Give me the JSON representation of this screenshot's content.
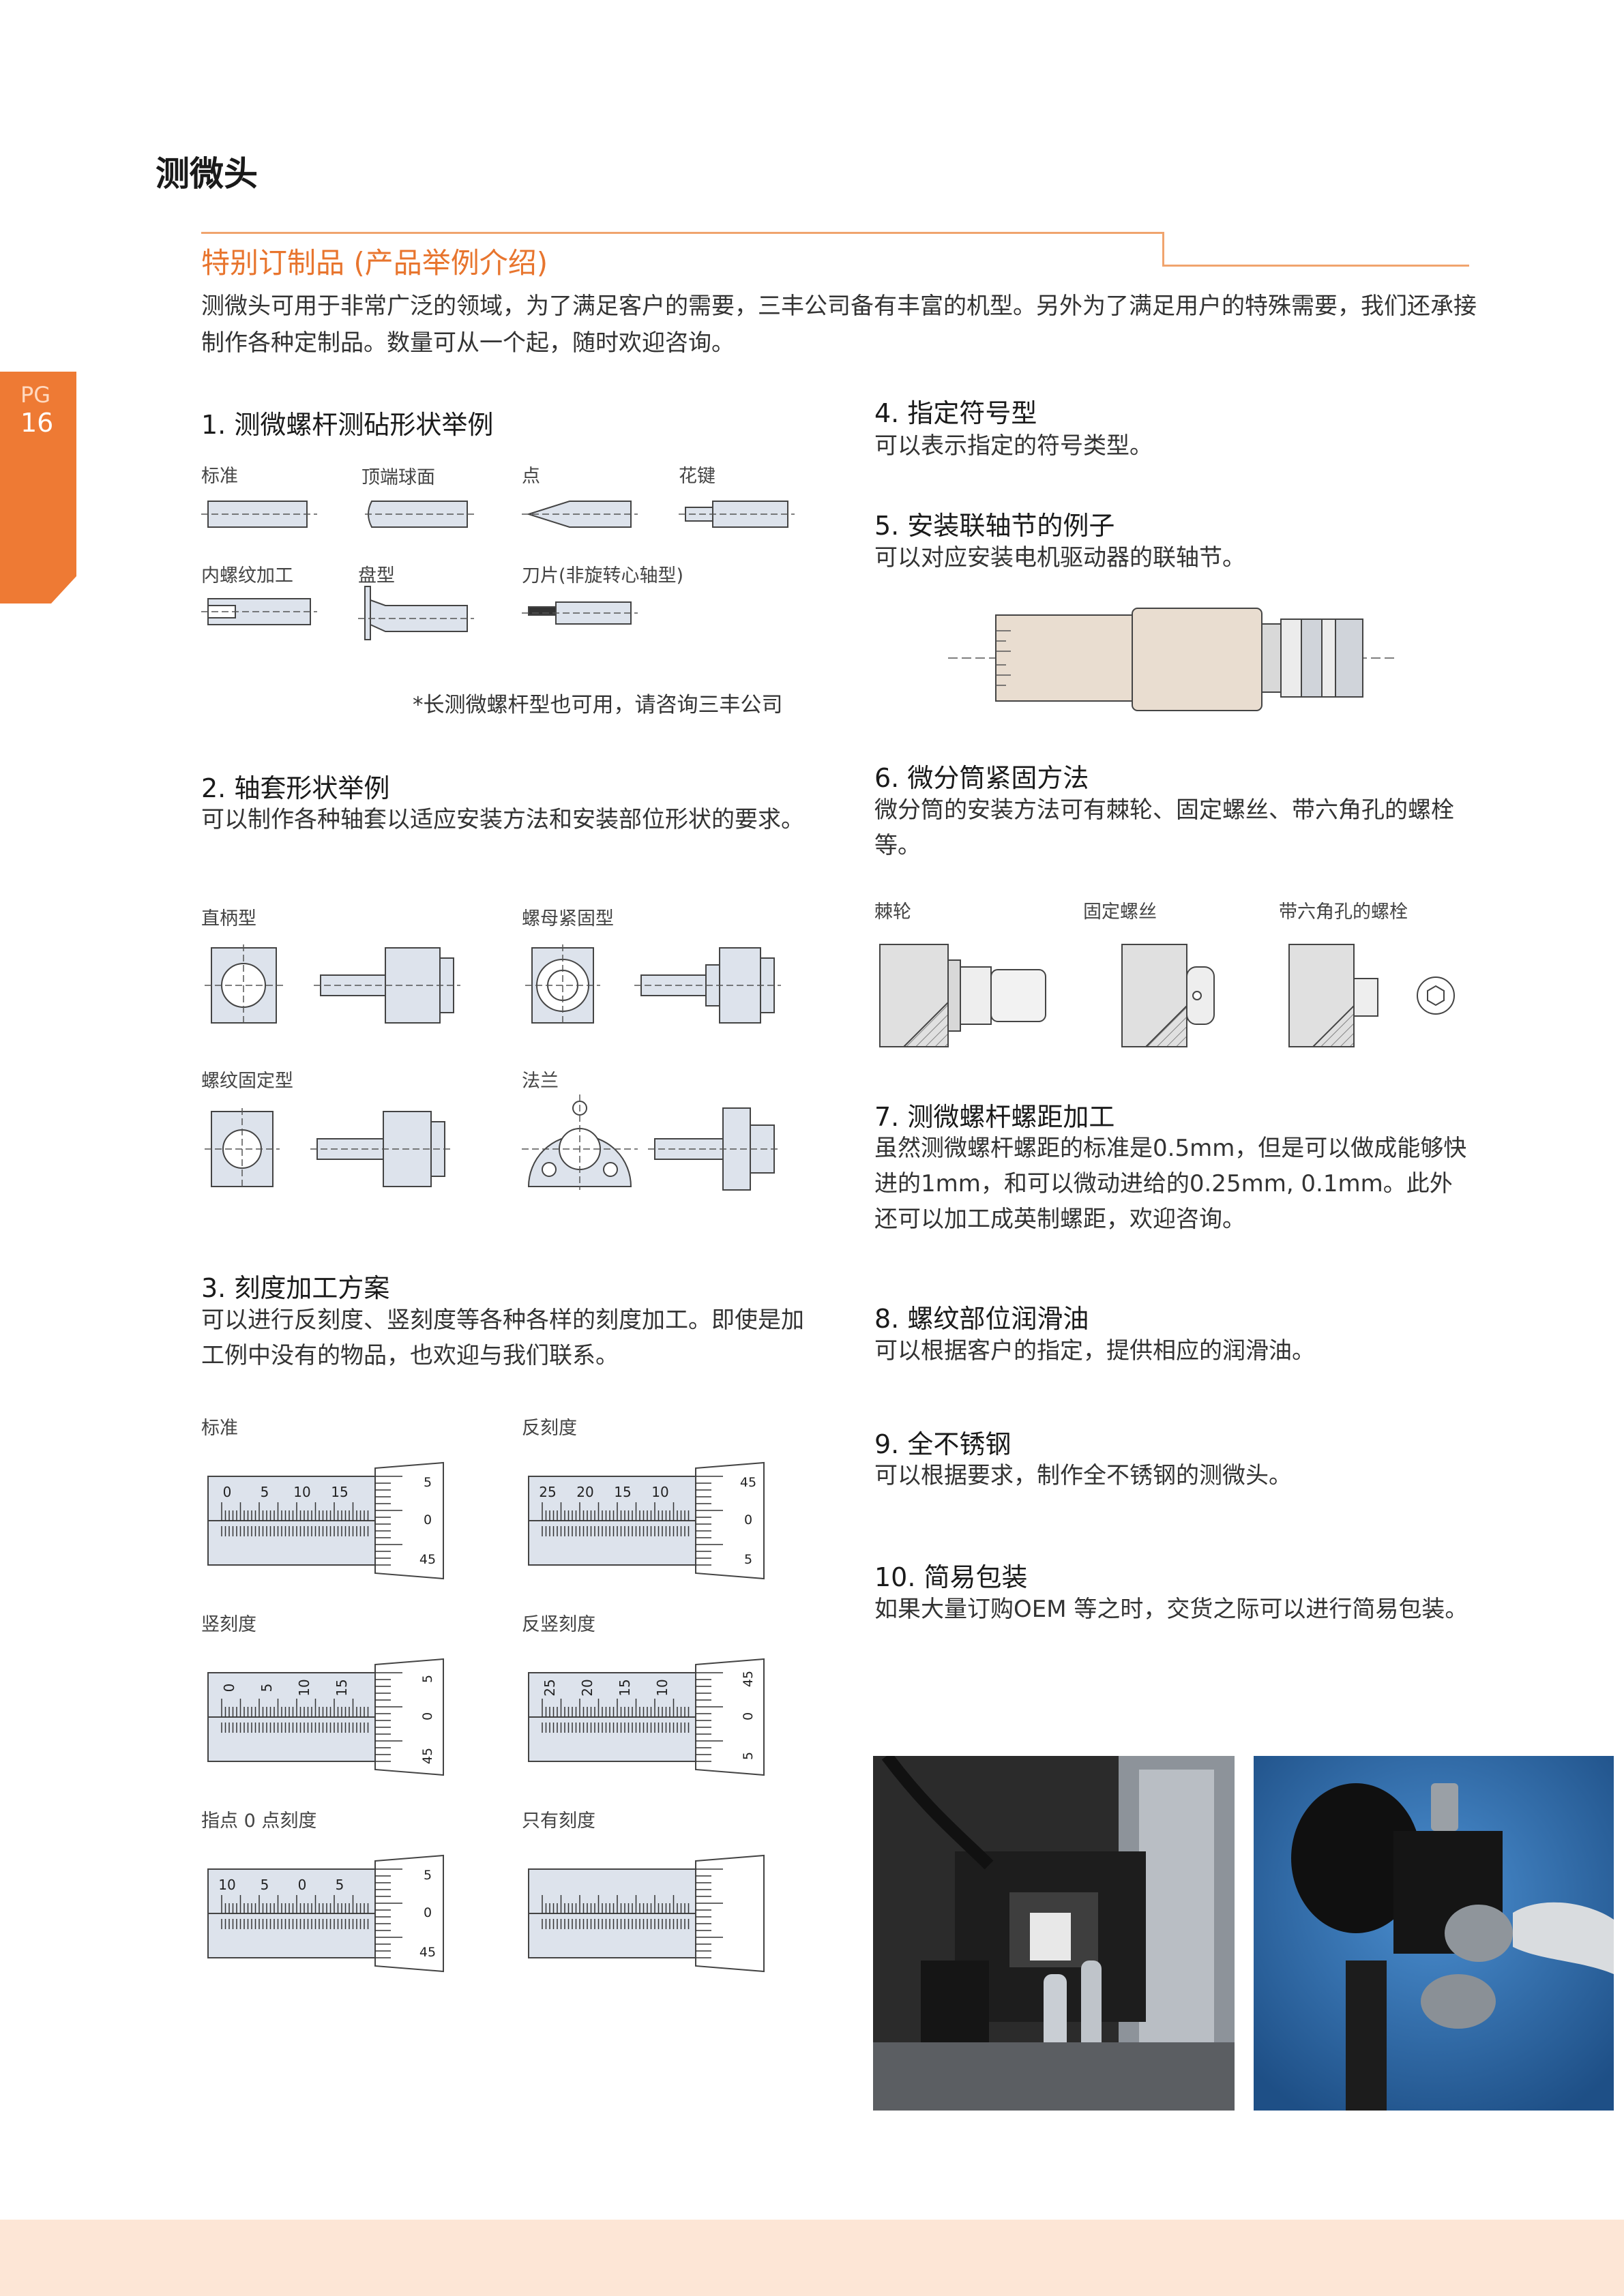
{
  "page": {
    "title": "测微头",
    "section_title": "特别订制品 (产品举例介绍)",
    "intro": "测微头可用于非常广泛的领域，为了满足客户的需要，三丰公司备有丰富的机型。另外为了满足用户的特殊需要，我们还承接制作各种定制品。数量可从一个起，随时欢迎咨询。",
    "tab_pg": "PG",
    "tab_num": "16"
  },
  "s1": {
    "heading": "1. 测微螺杆测砧形状举例",
    "labels": [
      "标准",
      "顶端球面",
      "点",
      "花键",
      "内螺纹加工",
      "盘型",
      "刀片(非旋转心轴型)"
    ],
    "note": "*长测微螺杆型也可用，请咨询三丰公司"
  },
  "s2": {
    "heading": "2. 轴套形状举例",
    "body": "可以制作各种轴套以适应安装方法和安装部位形状的要求。",
    "labels": [
      "直柄型",
      "螺母紧固型",
      "螺纹固定型",
      "法兰"
    ]
  },
  "s3": {
    "heading": "3. 刻度加工方案",
    "body": "可以进行反刻度、竖刻度等各种各样的刻度加工。即使是加工例中没有的物品，也欢迎与我们联系。",
    "labels": [
      "标准",
      "反刻度",
      "竖刻度",
      "反竖刻度",
      "指点 0 点刻度",
      "只有刻度"
    ],
    "scale_std": [
      "0",
      "5",
      "10",
      "15"
    ],
    "scale_rev": [
      "25",
      "20",
      "15",
      "10"
    ],
    "scale_zero": [
      "10",
      "5",
      "0",
      "5"
    ],
    "thimble_std": [
      "5",
      "0",
      "45"
    ],
    "thimble_rev": [
      "45",
      "0",
      "5"
    ]
  },
  "s4": {
    "heading": "4. 指定符号型",
    "body": "可以表示指定的符号类型。"
  },
  "s5": {
    "heading": "5. 安装联轴节的例子",
    "body": "可以对应安装电机驱动器的联轴节。"
  },
  "s6": {
    "heading": "6. 微分筒紧固方法",
    "body": "微分筒的安装方法可有棘轮、固定螺丝、带六角孔的螺栓等。",
    "labels": [
      "棘轮",
      "固定螺丝",
      "带六角孔的螺栓"
    ]
  },
  "s7": {
    "heading": "7. 测微螺杆螺距加工",
    "body": "虽然测微螺杆螺距的标准是0.5mm，但是可以做成能够快进的1mm，和可以微动进给的0.25mm, 0.1mm。此外还可以加工成英制螺距，欢迎咨询。"
  },
  "s8": {
    "heading": "8. 螺纹部位润滑油",
    "body": "可以根据客户的指定，提供相应的润滑油。"
  },
  "s9": {
    "heading": "9. 全不锈钢",
    "body": "可以根据要求，制作全不锈钢的测微头。"
  },
  "s10": {
    "heading": "10. 简易包装",
    "body": "如果大量订购OEM 等之时，交货之际可以进行简易包装。"
  },
  "colors": {
    "accent": "#e8752e",
    "tab": "#ee7a34",
    "footer": "#fde6d6",
    "part": "#dde3ec"
  }
}
